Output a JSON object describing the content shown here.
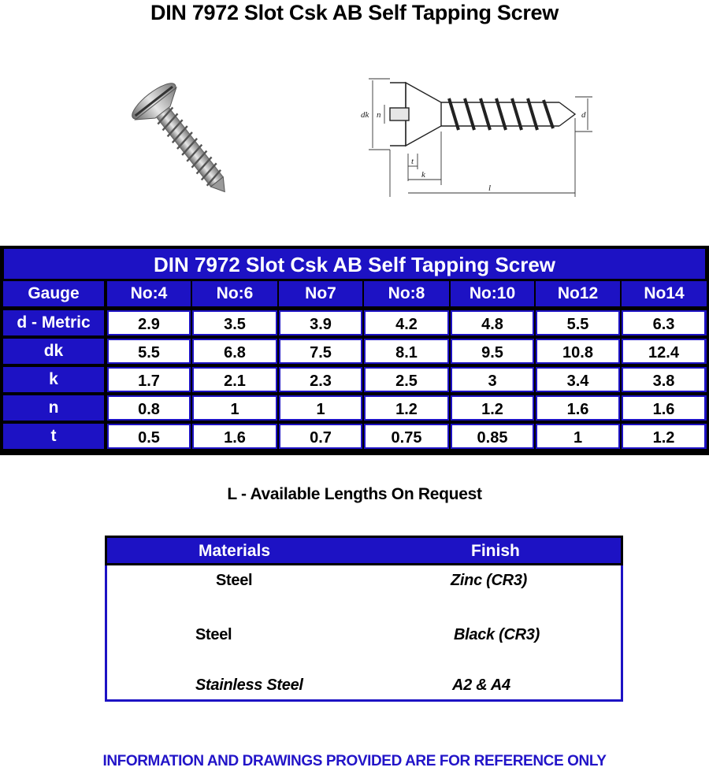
{
  "title": "DIN 7972 Slot Csk AB Self Tapping Screw",
  "drawing": {
    "labels": {
      "dk": "dk",
      "n": "n",
      "d": "d",
      "t": "t",
      "k": "k",
      "l": "l"
    }
  },
  "spec_table": {
    "title": "DIN 7972 Slot Csk AB Self Tapping Screw",
    "header": [
      "Gauge",
      "No:4",
      "No:6",
      "No7",
      "No:8",
      "No:10",
      "No12",
      "No14"
    ],
    "rows": [
      {
        "label": "d - Metric",
        "values": [
          "2.9",
          "3.5",
          "3.9",
          "4.2",
          "4.8",
          "5.5",
          "6.3"
        ]
      },
      {
        "label": "dk",
        "values": [
          "5.5",
          "6.8",
          "7.5",
          "8.1",
          "9.5",
          "10.8",
          "12.4"
        ]
      },
      {
        "label": "k",
        "values": [
          "1.7",
          "2.1",
          "2.3",
          "2.5",
          "3",
          "3.4",
          "3.8"
        ]
      },
      {
        "label": "n",
        "values": [
          "0.8",
          "1",
          "1",
          "1.2",
          "1.2",
          "1.6",
          "1.6"
        ]
      },
      {
        "label": "t",
        "values": [
          "0.5",
          "1.6",
          "0.7",
          "0.75",
          "0.85",
          "1",
          "1.2"
        ]
      }
    ]
  },
  "lengths_note": "L - Available Lengths On Request",
  "materials_table": {
    "header": {
      "materials": "Materials",
      "finish": "Finish"
    },
    "rows": [
      {
        "material": "Steel",
        "finish": "Zinc (CR3)"
      },
      {
        "material": "Steel",
        "finish": "Black (CR3)"
      },
      {
        "material": "Stainless Steel",
        "finish": "A2 & A4"
      }
    ]
  },
  "disclaimer": "INFORMATION AND DRAWINGS PROVIDED ARE FOR REFERENCE ONLY",
  "colors": {
    "accent_blue": "#1d12c4",
    "disclaimer_blue": "#2214c8"
  }
}
